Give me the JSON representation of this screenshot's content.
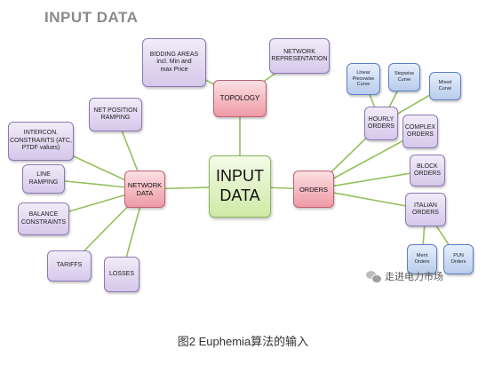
{
  "title": "INPUT DATA",
  "nodes": {
    "input_data": "INPUT\nDATA",
    "topology": "TOPOLOGY",
    "network_data": "NETWORK\nDATA",
    "orders": "ORDERS",
    "bidding_areas": "BIDDING AREAS\nincl. Min and\nmax Price",
    "network_representation": "NETWORK\nREPRESENTATION",
    "net_position_ramping": "NET POSITION\nRAMPING",
    "intercon_constraints": "INTERCON.\nCONSTRAINTS (ATC,\nPTDF values)",
    "line_ramping": "LINE\nRAMPING",
    "balance_constraints": "BALANCE\nCONSTRAINTS",
    "tariffs": "TARIFFS",
    "losses": "LOSSES",
    "hourly_orders": "HOURLY\nORDERS",
    "complex_orders": "COMPLEX\nORDERS",
    "block_orders": "BLOCK\nORDERS",
    "italian_orders": "ITALIAN\nORDERS",
    "linear_piecewise_curve": "Linear\nPiecewise\nCurve",
    "stepwise_curve": "Stepwise\nCurve",
    "mixed_curve": "Mixed\nCurve",
    "merit_orders": "Merit\nOrders",
    "pun_orders": "PUN\nOrders"
  },
  "edges": [
    [
      "input_data",
      "topology"
    ],
    [
      "input_data",
      "network_data"
    ],
    [
      "input_data",
      "orders"
    ],
    [
      "topology",
      "bidding_areas"
    ],
    [
      "topology",
      "network_representation"
    ],
    [
      "network_data",
      "net_position_ramping"
    ],
    [
      "network_data",
      "intercon_constraints"
    ],
    [
      "network_data",
      "line_ramping"
    ],
    [
      "network_data",
      "balance_constraints"
    ],
    [
      "network_data",
      "tariffs"
    ],
    [
      "network_data",
      "losses"
    ],
    [
      "orders",
      "hourly_orders"
    ],
    [
      "orders",
      "complex_orders"
    ],
    [
      "orders",
      "block_orders"
    ],
    [
      "orders",
      "italian_orders"
    ],
    [
      "hourly_orders",
      "linear_piecewise_curve"
    ],
    [
      "hourly_orders",
      "stepwise_curve"
    ],
    [
      "hourly_orders",
      "mixed_curve"
    ],
    [
      "italian_orders",
      "merit_orders"
    ],
    [
      "italian_orders",
      "pun_orders"
    ]
  ],
  "colors": {
    "link": "#92c05a",
    "center": "#d6edb2",
    "hub": "#f4b6be",
    "leaf": "#ddd2ee",
    "sub_leaf": "#c9d8f2"
  },
  "watermark": "走进电力市场",
  "watermark_icon": "wechat-icon",
  "caption": "图2 Euphemia算法的输入"
}
